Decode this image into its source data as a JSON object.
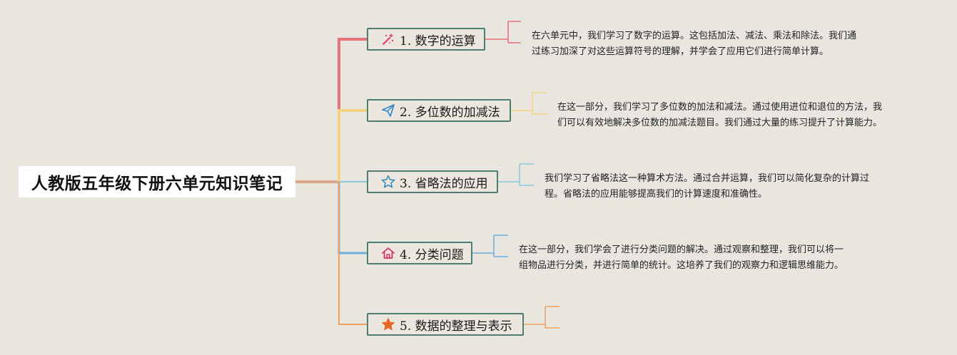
{
  "root": {
    "title": "人教版五年级下册六单元知识笔记"
  },
  "branches": [
    {
      "label": "1. 数字的运算",
      "icon": "magic-wand-icon",
      "color": "#e8717a",
      "note": [
        "在六单元中，我们学习了数字的运算。这包括加法、减法、乘法和除法。我们通",
        "过练习加深了对这些运算符号的理解，并学会了应用它们进行简单计算。"
      ]
    },
    {
      "label": "2. 多位数的加减法",
      "icon": "paper-plane-icon",
      "color": "#f6d27e",
      "note": [
        "在这一部分，我们学习了多位数的加法和减法。通过使用进位和退位的方法，我",
        "们可以有效地解决多位数的加减法题目。我们通过大量的练习提升了计算能力。"
      ]
    },
    {
      "label": "3. 省略法的应用",
      "icon": "star-outline-icon",
      "color": "#8cc7d6",
      "note": [
        "我们学习了省略法这一种算术方法。通过合并运算，我们可以简化复杂的计算过",
        "程。省略法的应用能够提高我们的计算速度和准确性。"
      ]
    },
    {
      "label": "4. 分类问题",
      "icon": "home-icon",
      "color": "#6aaee0",
      "note": [
        "在这一部分，我们学会了进行分类问题的解决。通过观察和整理，我们可以将一",
        "组物品进行分类，并进行简单的统计。这培养了我们的观察力和逻辑思维能力。"
      ]
    },
    {
      "label": "5. 数据的整理与表示",
      "icon": "star-filled-icon",
      "color": "#efa163",
      "note": []
    }
  ]
}
